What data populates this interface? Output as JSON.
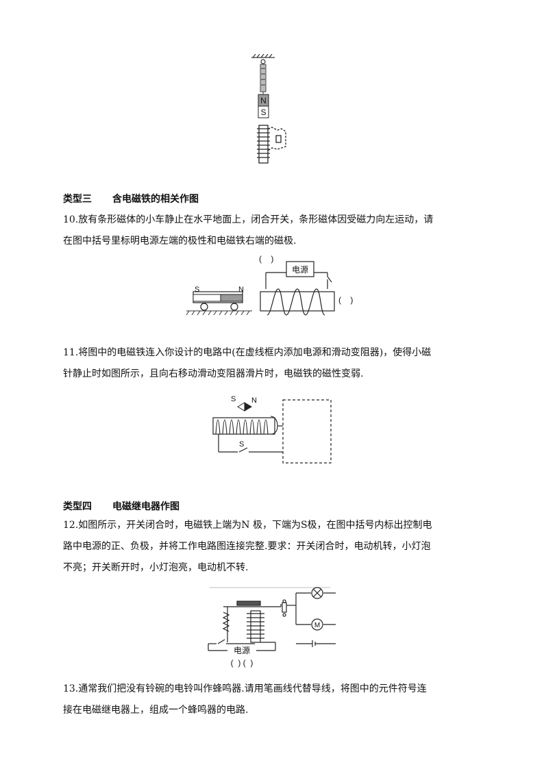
{
  "fig_top": {
    "magnet_top": "N",
    "magnet_bottom": "S"
  },
  "section3": {
    "title": "类型三",
    "subtitle": "含电磁铁的相关作图"
  },
  "q10": {
    "line1": "10.放有条形磁体的小车静止在水平地面上，闭合开关，条形磁体因受磁力向左运动，请",
    "line2": "在图中括号里标明电源左端的极性和电磁铁右端的磁极.",
    "fig": {
      "bracket": "(    )",
      "power_label": "电源",
      "magnet_s": "S",
      "magnet_n": "N"
    }
  },
  "q11": {
    "line1": "11.将图中的电磁铁连入你设计的电路中(在虚线框内添加电源和滑动变阻器)，使得小磁",
    "line2": "针静止时如图所示，且向右移动滑动变阻器滑片时，电磁铁的磁性变弱.",
    "fig": {
      "needle_s": "S",
      "needle_n": "N",
      "switch": "S"
    }
  },
  "section4": {
    "title": "类型四",
    "subtitle": "电磁继电器作图"
  },
  "q12": {
    "line1": "12.如图所示，开关闭合时，电磁铁上端为N 极，下端为S极，在图中括号内标出控制电",
    "line2": "路中电源的正、负极，并将工作电路图连接完整.要求：开关闭合时，电动机转，小灯泡",
    "line3": "不亮；开关断开时，小灯泡亮，电动机不转.",
    "fig": {
      "power_label": "电源",
      "brackets": "(  ) (  )",
      "motor": "M"
    }
  },
  "q13": {
    "line1": "13.通常我们把没有铃碗的电铃叫作蜂鸣器.请用笔画线代替导线，将图中的元件符号连",
    "line2": "接在电磁继电器上，组成一个蜂鸣器的电路."
  }
}
